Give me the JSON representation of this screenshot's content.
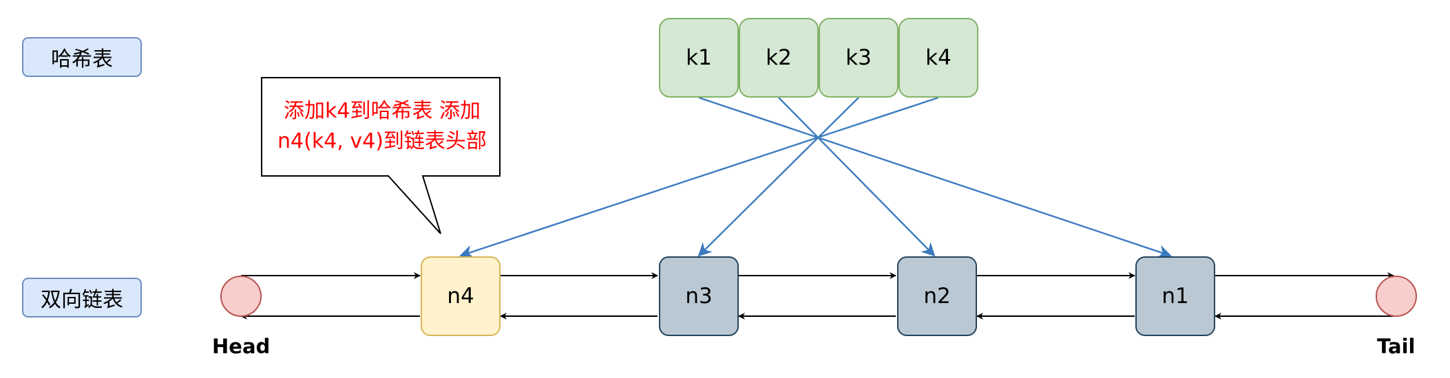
{
  "labels": {
    "hash_table": "哈希表",
    "linked_list": "双向链表"
  },
  "keys": [
    "k1",
    "k2",
    "k3",
    "k4"
  ],
  "nodes": [
    "n4",
    "n3",
    "n2",
    "n1"
  ],
  "head_label": "Head",
  "tail_label": "Tail",
  "callout": {
    "line1": "添加k4到哈希表 添加",
    "line2": "n4(k4, v4)到链表头部"
  },
  "colors": {
    "label_fill": "#dae8fc",
    "label_stroke": "#6c8ebf",
    "key_fill": "#d5e8d4",
    "key_stroke": "#82b366",
    "node_fill": "#bac8d3",
    "node_stroke": "#23445d",
    "new_node_fill": "#fff2cc",
    "new_node_stroke": "#d6b656",
    "endpoint_fill": "#f8cecc",
    "endpoint_stroke": "#b85450",
    "mapping_arrow": "#3b7bbf",
    "callout_text": "#ff0000"
  }
}
